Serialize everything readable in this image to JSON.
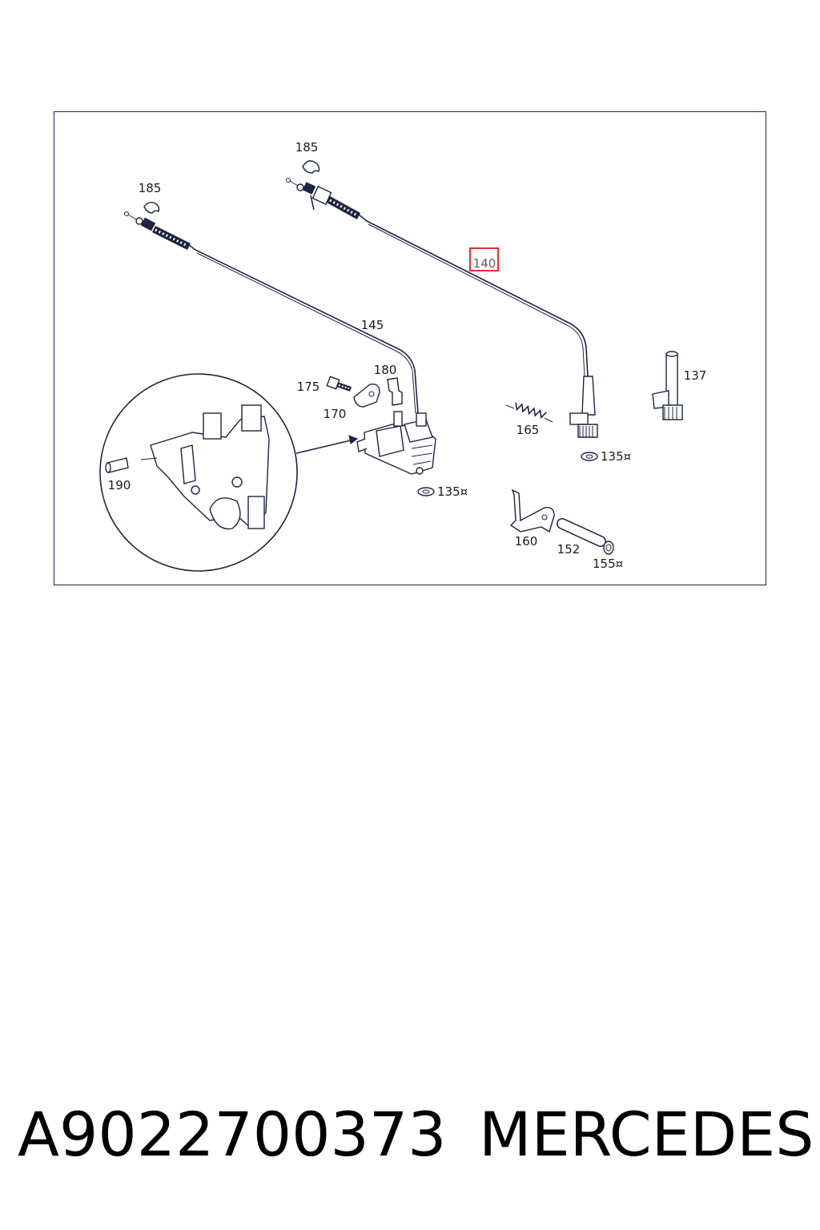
{
  "diagram": {
    "labels": {
      "p185a": "185",
      "p185b": "185",
      "p140": "140",
      "p145": "145",
      "p137": "137",
      "p175": "175",
      "p180": "180",
      "p170": "170",
      "p165": "165",
      "p135a": "135¤",
      "p135b": "135¤",
      "p190": "190",
      "p160": "160",
      "p152": "152",
      "p155": "155¤"
    },
    "highlighted_part": "140",
    "highlight_color": "#e03030",
    "line_color": "#1e2440"
  },
  "footer": {
    "part_number": "A9022700373",
    "brand": "MERCEDES"
  }
}
